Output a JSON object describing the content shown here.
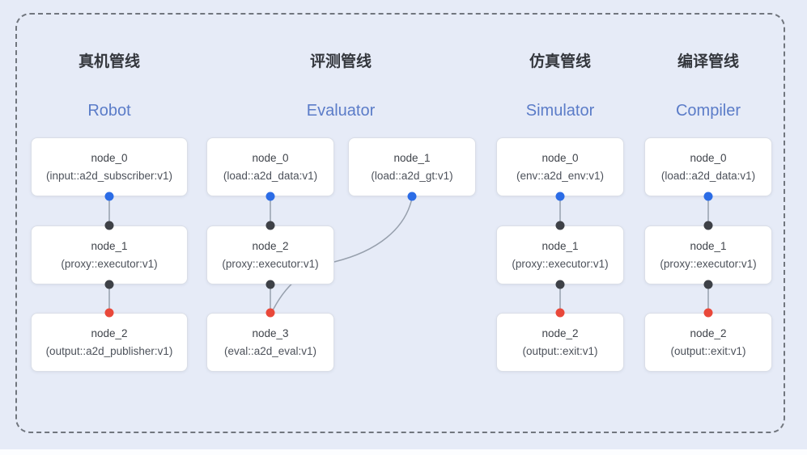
{
  "colors": {
    "background": "#e6ebf7",
    "frame_dash": "#71767e",
    "node_background": "#ffffff",
    "node_border": "#dadee7",
    "edge_line": "#97a0ad",
    "port_blue": "#2b6ce6",
    "port_black": "#3e4147",
    "port_red": "#e9483a",
    "title_zh_color": "#34373d",
    "title_en_color": "#5b7cc8"
  },
  "pipelines": [
    {
      "title_zh": "真机管线",
      "title_en": "Robot",
      "nodes": [
        {
          "name": "node_0",
          "type": "(input::a2d_subscriber:v1)"
        },
        {
          "name": "node_1",
          "type": "(proxy::executor:v1)"
        },
        {
          "name": "node_2",
          "type": "(output::a2d_publisher:v1)"
        }
      ]
    },
    {
      "title_zh": "评测管线",
      "title_en": "Evaluator",
      "nodes": [
        {
          "name": "node_0",
          "type": "(load::a2d_data:v1)"
        },
        {
          "name": "node_1",
          "type": "(load::a2d_gt:v1)"
        },
        {
          "name": "node_2",
          "type": "(proxy::executor:v1)"
        },
        {
          "name": "node_3",
          "type": "(eval::a2d_eval:v1)"
        }
      ]
    },
    {
      "title_zh": "仿真管线",
      "title_en": "Simulator",
      "nodes": [
        {
          "name": "node_0",
          "type": "(env::a2d_env:v1)"
        },
        {
          "name": "node_1",
          "type": "(proxy::executor:v1)"
        },
        {
          "name": "node_2",
          "type": "(output::exit:v1)"
        }
      ]
    },
    {
      "title_zh": "编译管线",
      "title_en": "Compiler",
      "nodes": [
        {
          "name": "node_0",
          "type": "(load::a2d_data:v1)"
        },
        {
          "name": "node_1",
          "type": "(proxy::executor:v1)"
        },
        {
          "name": "node_2",
          "type": "(output::exit:v1)"
        }
      ]
    }
  ]
}
